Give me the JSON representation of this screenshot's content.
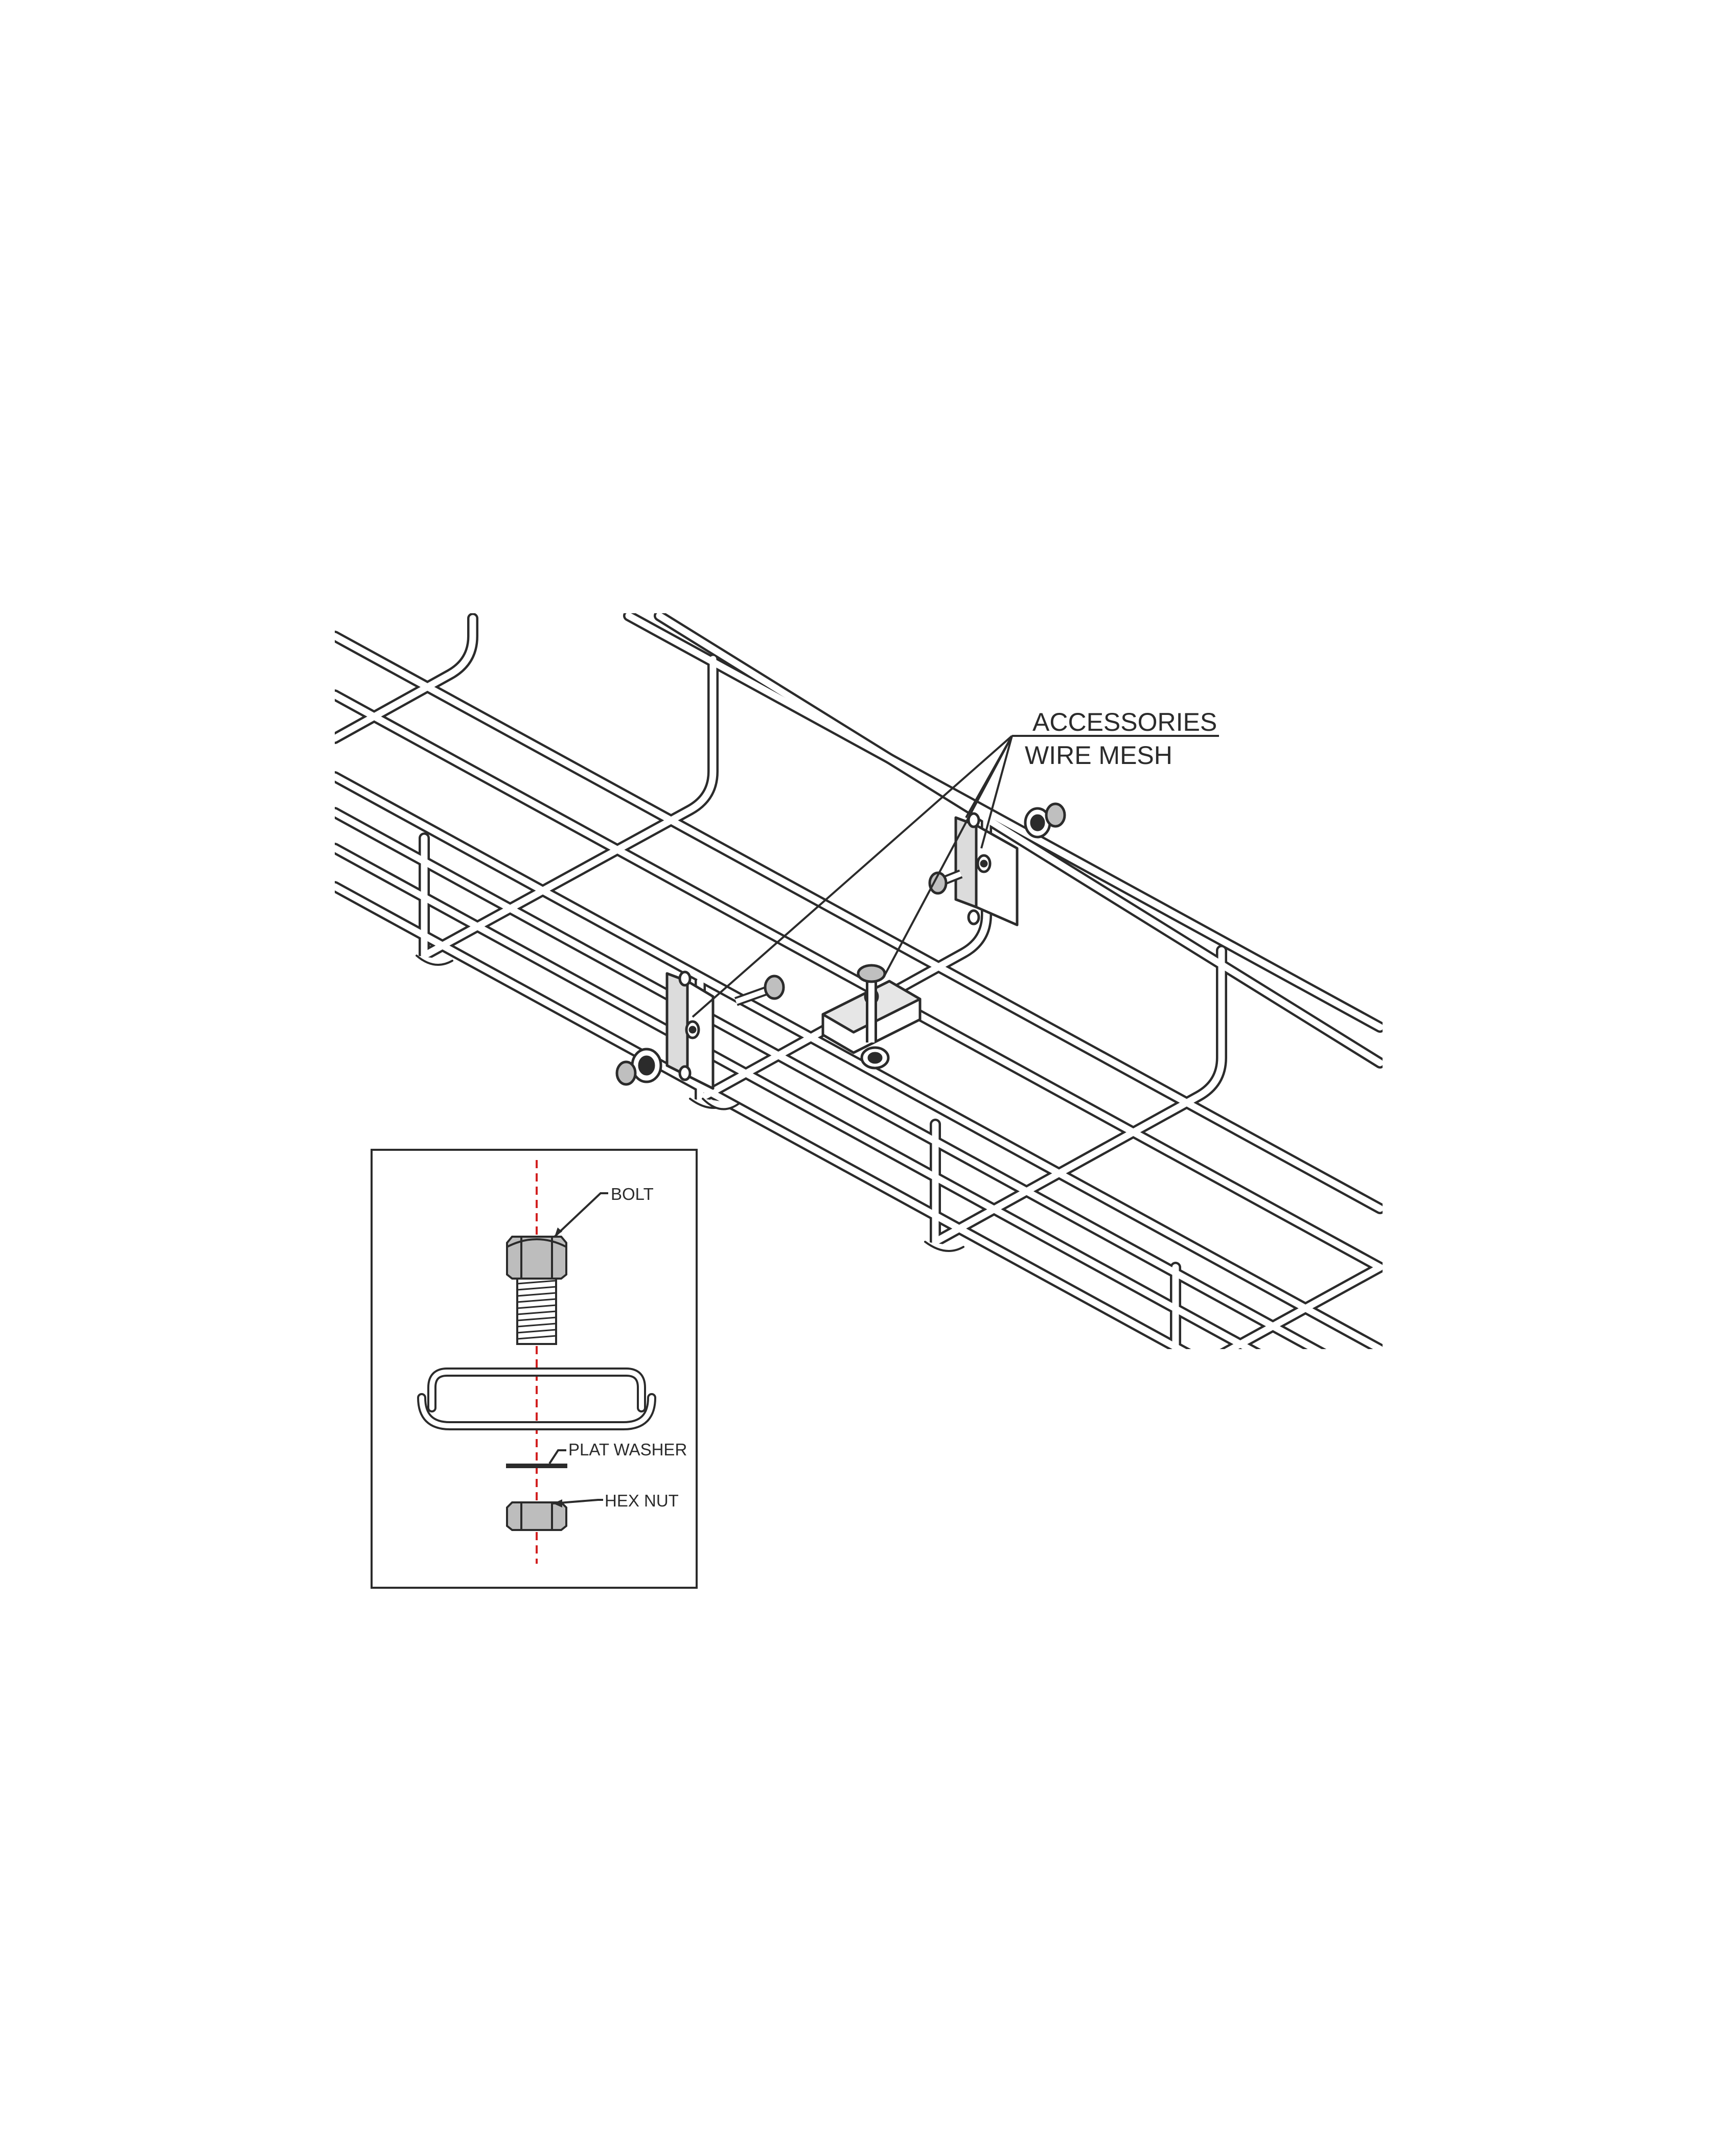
{
  "labels": {
    "accessories": "ACCESSORIES",
    "wire_mesh": "WIRE MESH",
    "bolt": "BOLT",
    "flat_washer": "PLAT WASHER",
    "hex_nut": "HEX NUT"
  },
  "colors": {
    "line": "#2b2b2b",
    "wire_highlight": "#ffffff",
    "centerline": "#d22020"
  }
}
